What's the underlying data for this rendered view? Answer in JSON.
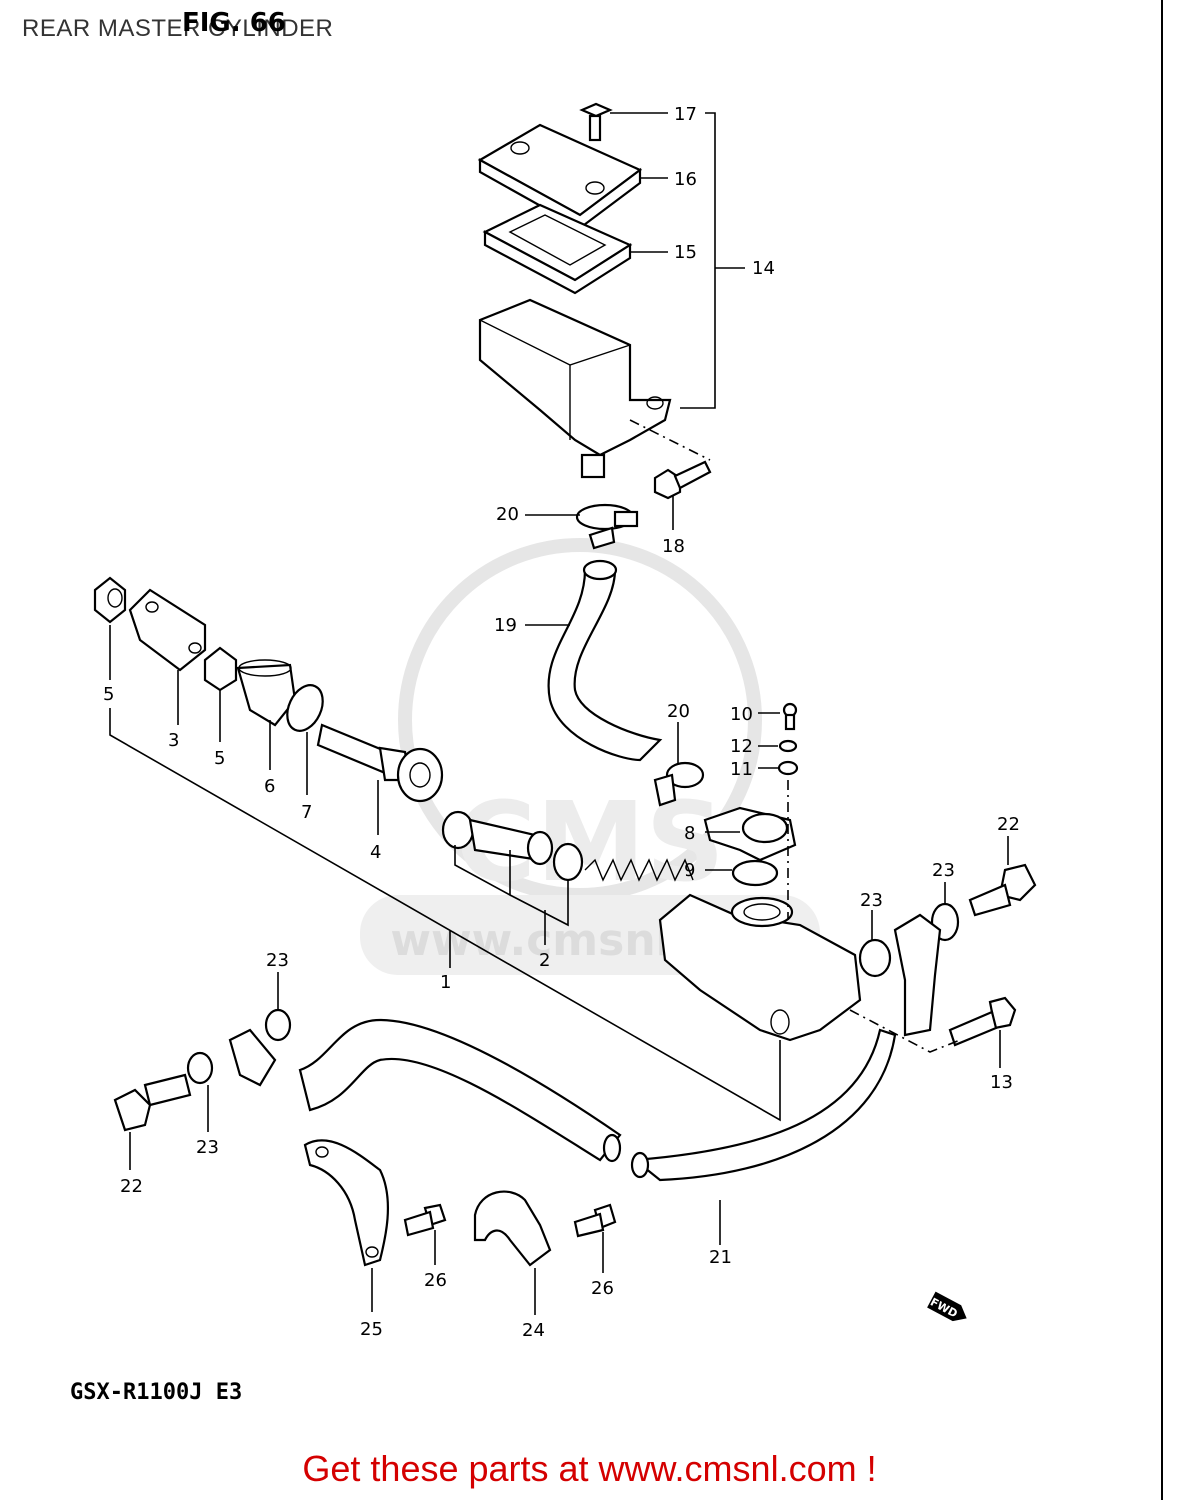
{
  "header": {
    "title": "REAR MASTER CYLINDER",
    "figure": "FIG. 66"
  },
  "model_code": "GSX-R1100J  E3",
  "footer": {
    "text": "Get these parts at www.cmsnl.com !"
  },
  "watermark": {
    "logo_text": "CMS",
    "url_text": "www.cmsnl.com"
  },
  "fwd_marker": "FWD",
  "callouts": [
    "17",
    "16",
    "15",
    "14",
    "18",
    "20",
    "19",
    "5",
    "3",
    "5",
    "6",
    "7",
    "4",
    "20",
    "10",
    "12",
    "11",
    "8",
    "9",
    "22",
    "23",
    "23",
    "2",
    "1",
    "23",
    "23",
    "22",
    "13",
    "21",
    "25",
    "26",
    "24",
    "26"
  ],
  "colors": {
    "footer": "#d40000",
    "line": "#000000",
    "watermark": "#e6e6e6"
  }
}
